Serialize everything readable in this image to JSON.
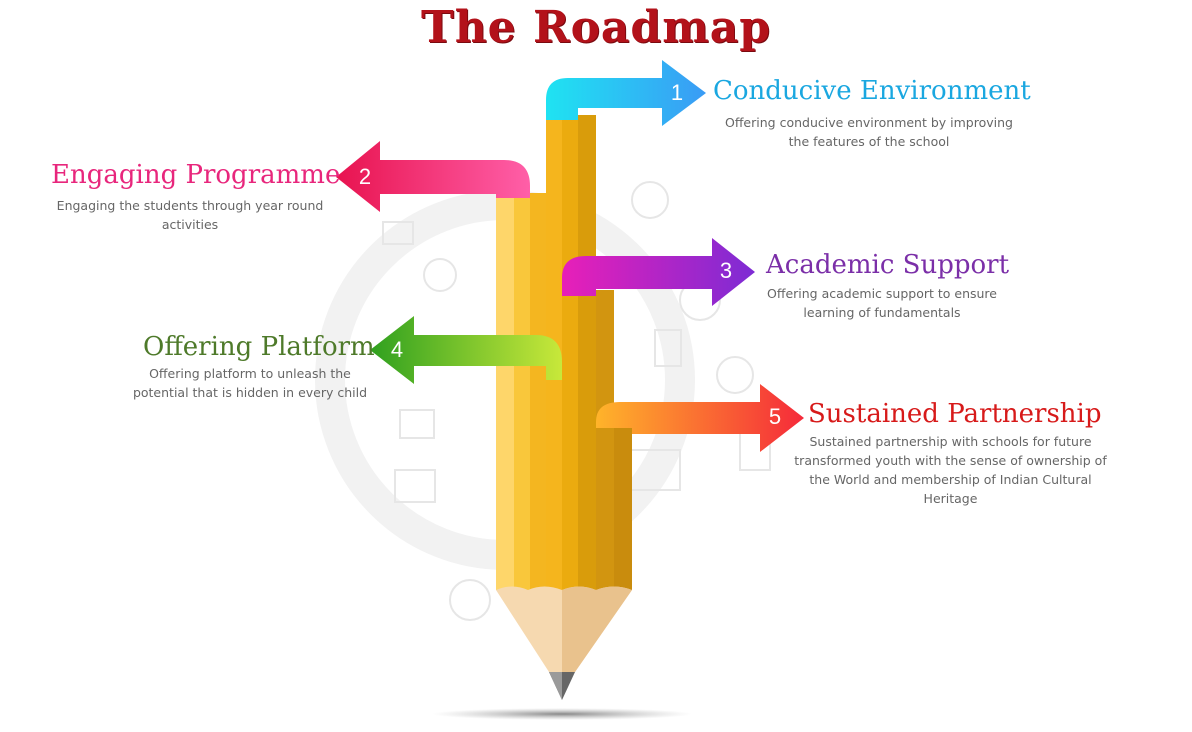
{
  "title": "The Roadmap",
  "steps": [
    {
      "number": "1",
      "heading": "Conducive Environment",
      "description": "Offering conducive environment by improving the features of the school",
      "color": "#1aa7e0"
    },
    {
      "number": "2",
      "heading": "Engaging Programme",
      "description": "Engaging the students through year round activities",
      "color": "#e8267c"
    },
    {
      "number": "3",
      "heading": "Academic Support",
      "description": "Offering academic support to ensure learning of fundamentals",
      "color": "#7b2fa8"
    },
    {
      "number": "4",
      "heading": "Offering Platform",
      "description": "Offering platform to unleash the potential that is hidden in every child",
      "color": "#4e7a2a"
    },
    {
      "number": "5",
      "heading": "Sustained Partnership",
      "description": "Sustained partnership with schools for future transformed youth with the sense of ownership of the World and membership of Indian Cultural Heritage",
      "color": "#d71a1a"
    }
  ]
}
